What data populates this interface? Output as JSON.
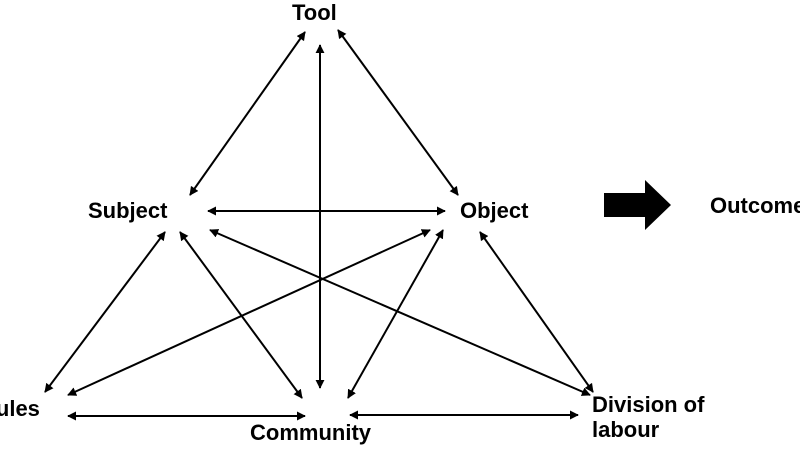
{
  "colors": {
    "stroke": "#000000",
    "background": "#ffffff"
  },
  "nodes": {
    "tool": "Tool",
    "subject": "Subject",
    "object": "Object",
    "outcome": "Outcome",
    "rules": "Rules",
    "community": "Community",
    "division_of_labour": "Division of\nlabour"
  },
  "connections": [
    [
      "tool",
      "subject"
    ],
    [
      "tool",
      "object"
    ],
    [
      "tool",
      "community"
    ],
    [
      "subject",
      "object"
    ],
    [
      "subject",
      "rules"
    ],
    [
      "subject",
      "community"
    ],
    [
      "subject",
      "division_of_labour"
    ],
    [
      "object",
      "rules"
    ],
    [
      "object",
      "community"
    ],
    [
      "object",
      "division_of_labour"
    ],
    [
      "rules",
      "community"
    ],
    [
      "community",
      "division_of_labour"
    ]
  ],
  "outcome_arrow_icon": "block-arrow-right-icon"
}
